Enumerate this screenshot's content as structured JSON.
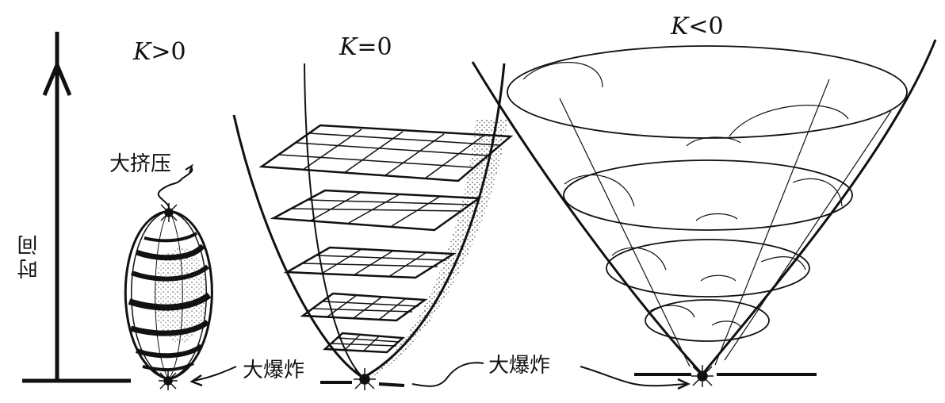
{
  "labels": {
    "closed": {
      "k": "K",
      "rel": ">0"
    },
    "flat": {
      "k": "K",
      "rel": "=0"
    },
    "open": {
      "k": "K",
      "rel": "<0"
    },
    "big_crunch": "大挤压",
    "big_bang_left": "大爆炸",
    "big_bang_right": "大爆炸",
    "time_axis": "时间"
  },
  "colors": {
    "ink": "#111111",
    "background": "#ffffff"
  }
}
